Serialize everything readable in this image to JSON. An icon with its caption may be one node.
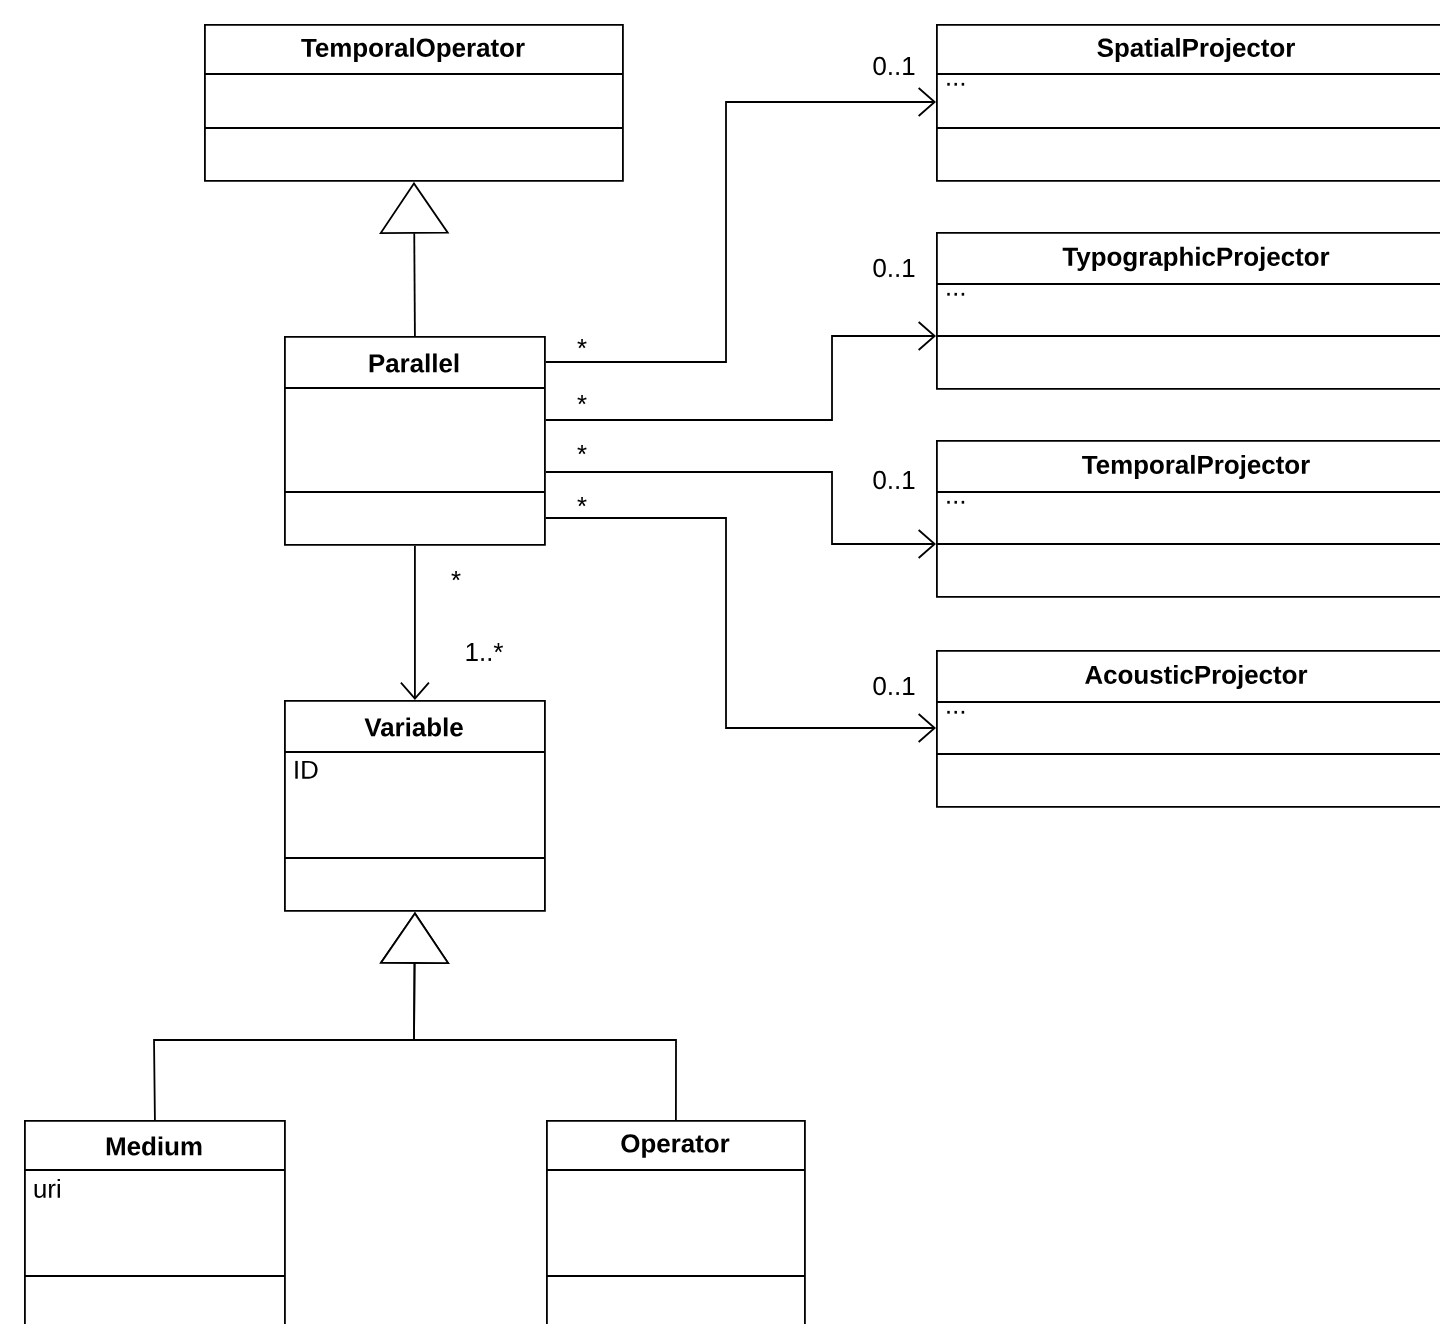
{
  "diagram": {
    "nodes": [
      {
        "text": [
          "TemporalOperator"
        ]
      },
      {
        "text": [
          "Parallel"
        ]
      },
      {
        "text": [
          "SpatialProjector",
          "..."
        ]
      },
      {
        "text": [
          "TypographicProjector",
          "..."
        ]
      },
      {
        "text": [
          "TemporalProjector",
          "..."
        ]
      },
      {
        "text": [
          "AcousticProjector",
          "..."
        ]
      },
      {
        "text": [
          "Variable",
          "ID"
        ]
      },
      {
        "text": [
          "Medium",
          "uri"
        ]
      },
      {
        "text": [
          "Operator"
        ]
      }
    ],
    "edges": [
      {
        "from": 1,
        "to": 0,
        "arrow": "to"
      },
      {
        "from": 1,
        "to": 2,
        "arrow": "to"
      },
      {
        "from": 1,
        "to": 3,
        "arrow": "to"
      },
      {
        "from": 1,
        "to": 4,
        "arrow": "to"
      },
      {
        "from": 1,
        "to": 5,
        "arrow": "to"
      },
      {
        "from": 1,
        "to": 6,
        "arrow": "to"
      },
      {
        "from": 7,
        "to": 6,
        "arrow": "to"
      },
      {
        "from": 8,
        "to": 6,
        "arrow": "to"
      }
    ],
    "labels": [
      "0..1",
      "0..1",
      "*",
      "*",
      "*",
      "0..1",
      "*",
      "*",
      "1..*",
      "0..1"
    ]
  }
}
